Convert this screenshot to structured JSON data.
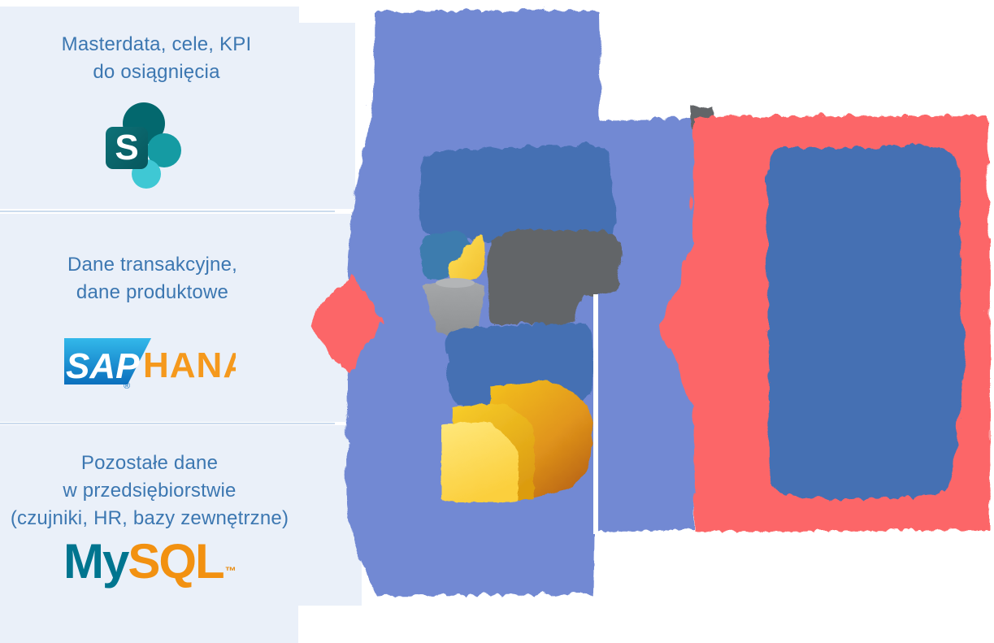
{
  "diagram": {
    "panels": [
      {
        "lines": [
          "Masterdata, cele, KPI",
          "do osiągnięcia"
        ],
        "logo": "SharePoint"
      },
      {
        "lines": [
          "Dane transakcyjne,",
          "dane produktowe"
        ],
        "logo": "SAP HANA"
      },
      {
        "lines": [
          "Pozostałe dane",
          "w przedsiębiorstwie",
          "(czujniki, HR, bazy zewnętrzne)"
        ],
        "logo": "MySQL"
      }
    ],
    "logos": {
      "sharepoint_letter": "S",
      "sap": "SAP",
      "sap_reg": "®",
      "hana": "HANA",
      "mysql_my": "My",
      "mysql_sql": "SQL",
      "mysql_tm": "™"
    },
    "colors": {
      "panel_bg": "#eaf0f9",
      "panel_text": "#3c77b1",
      "blob_periwinkle": "#7289d3",
      "blob_dark_blue": "#4470b3",
      "blob_red": "#fc6667",
      "blob_gray": "#626568",
      "python_blue": "#3e7cae",
      "python_yellow": "#ffd84d",
      "powerbi_orange": "#c06011",
      "powerbi_yellow": "#f2c811",
      "sap_blue": "#0a6fbd",
      "hana_orange": "#f5991d",
      "mysql_teal": "#00758f",
      "mysql_orange": "#f29111",
      "sharepoint_teal": "#03686e"
    }
  }
}
